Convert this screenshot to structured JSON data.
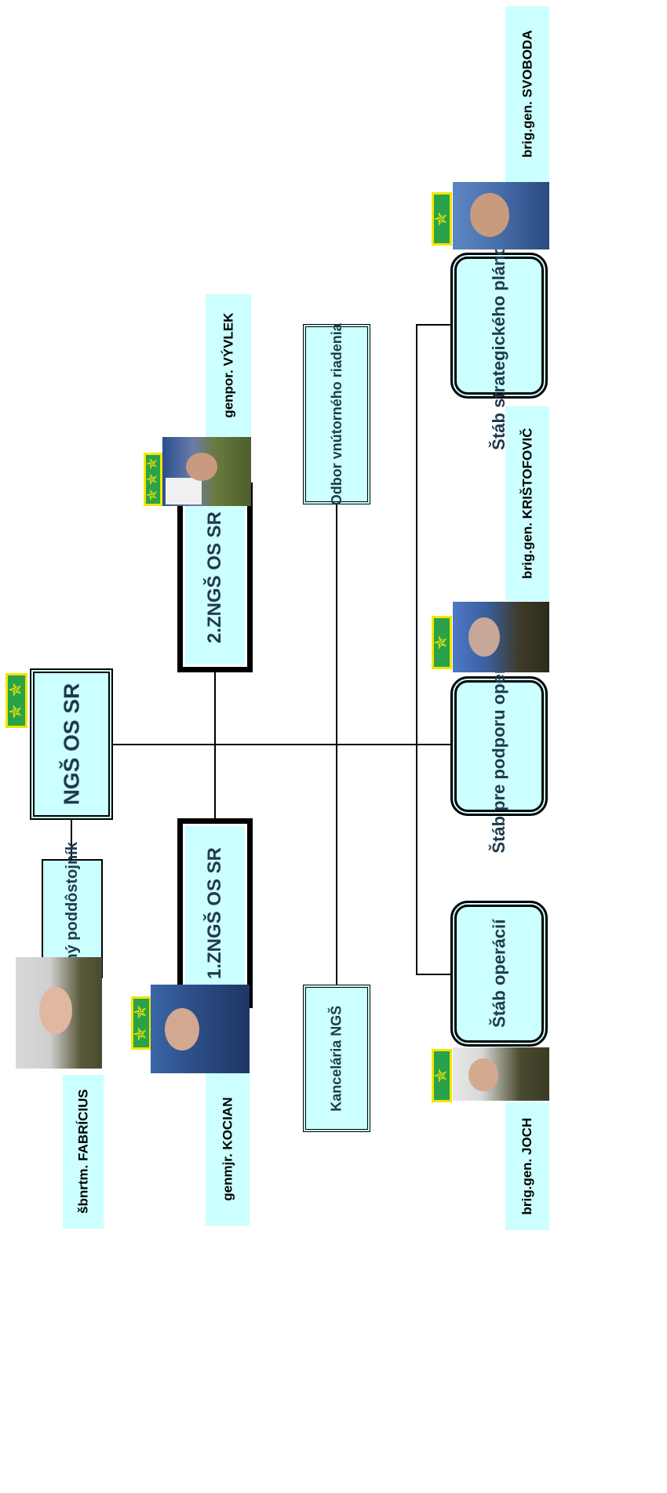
{
  "boxes": {
    "ngs": "NGŠ OS SR",
    "hlavny": "Hlavný\npoddôstojník",
    "zngs1": "1.ZNGŠ OS SR",
    "zngs2": "2.ZNGŠ OS SR",
    "kancelaria": "Kancelária NGŠ",
    "odbor": "Odbor vnútorného\nriadenia",
    "stab_operacii": "Štáb\noperácií",
    "stab_podpora": "Štáb\npre podporu\noperácií",
    "stab_strategicke": "Štáb\nstrategického\nplánovania"
  },
  "names": {
    "fabricius": "šbnrtm. FABRÍCIUS",
    "kocian": "genmjr. KOCIAN",
    "vyvlek": "genpor. VÝVLEK",
    "joch": "brig.gen. JOCH",
    "kristofovic": "brig.gen. KRIŠTOFOVIČ",
    "svoboda": "brig.gen. SVOBODA"
  },
  "ranks": {
    "ngs_stars": 2,
    "kocian_stars": 2,
    "vyvlek_stars": 3,
    "joch_stars": 1,
    "kristofovic_stars": 1,
    "svoboda_stars": 1
  },
  "colors": {
    "box_fill": "#ccffff",
    "badge_green": "#2aa24a",
    "badge_yellow": "#f2e600"
  }
}
